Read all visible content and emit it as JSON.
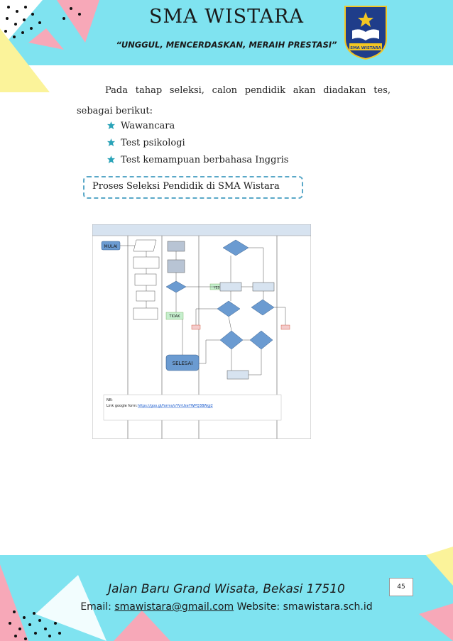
{
  "header": {
    "school_name": "SMA WISTARA",
    "motto": "“UNGGUL, MENCERDASKAN, MERAIH PRESTASI”",
    "logo_text": "SMA WISTARA"
  },
  "body": {
    "paragraph_1": "Pada tahap seleksi, calon pendidik akan diadakan tes,",
    "paragraph_2": "sebagai berikut:",
    "bullets": [
      "Wawancara",
      "Test psikologi",
      "Test kemampuan berbahasa Inggris"
    ],
    "caption": "Proses Seleksi Pendidik di SMA Wistara"
  },
  "flowchart": {
    "start": "MULAI",
    "end": "SELESAI",
    "yes_label": "YES",
    "no_label": "TIDAK",
    "note_prefix": "NB:",
    "note_link_label": "Link google form:",
    "note_link": "https://goo.gl/forms/xYVrUzeYWPQ3BWgj2"
  },
  "footer": {
    "address": "Jalan Baru Grand Wisata, Bekasi 17510",
    "email_label": "Email:",
    "email": "smawistara@gmail.com",
    "website_label": "Website:",
    "website": "smawistara.sch.id",
    "page_number": "45"
  },
  "colors": {
    "band": "#7fe3f0",
    "accent_pink": "#f7a8b8",
    "accent_yellow": "#fbf39a",
    "flow_blue": "#6b9bd1",
    "flow_gray": "#b8c4d4",
    "yes_green": "#c6efce"
  }
}
